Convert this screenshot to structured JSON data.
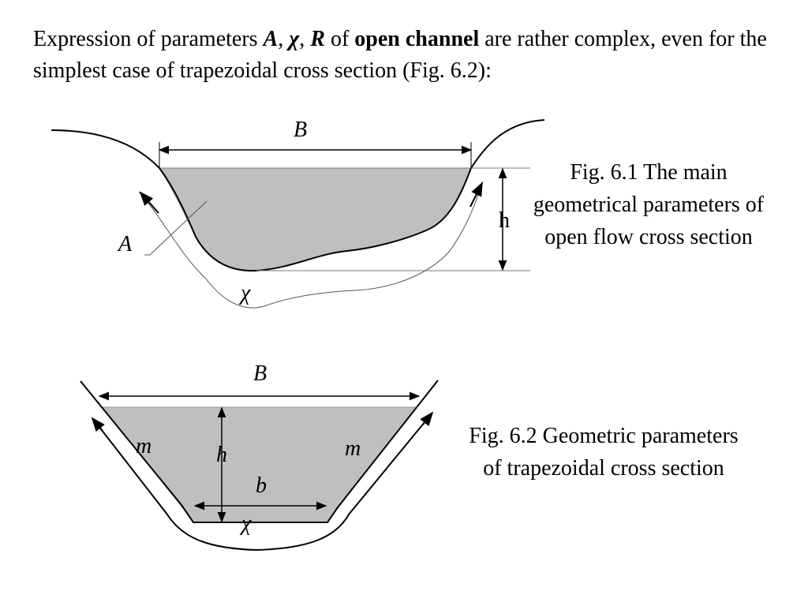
{
  "intro": {
    "prefix": "Expression of parameters ",
    "param_a": "A",
    "sep1": ", ",
    "param_chi": "χ",
    "sep2": ", ",
    "param_r": "R",
    "of": " of ",
    "bold_term": "open channel",
    "suffix": " are rather complex, even for the simplest case of trapezoidal cross section (Fig. 6.2):"
  },
  "figure1": {
    "caption": "Fig. 6.1 The main geometrical parameters of open flow cross section",
    "labels": {
      "width": "B",
      "area": "A",
      "depth": "h",
      "wetted_perimeter": "χ"
    }
  },
  "figure2": {
    "caption": "Fig. 6.2 Geometric parameters of trapezoidal cross section",
    "labels": {
      "width": "B",
      "slope_left": "m",
      "slope_right": "m",
      "depth": "h",
      "bottom": "b",
      "wetted_perimeter": "χ"
    }
  },
  "colors": {
    "water_fill": "#bfbfbf",
    "line": "#000000",
    "thin_line": "#555555"
  }
}
